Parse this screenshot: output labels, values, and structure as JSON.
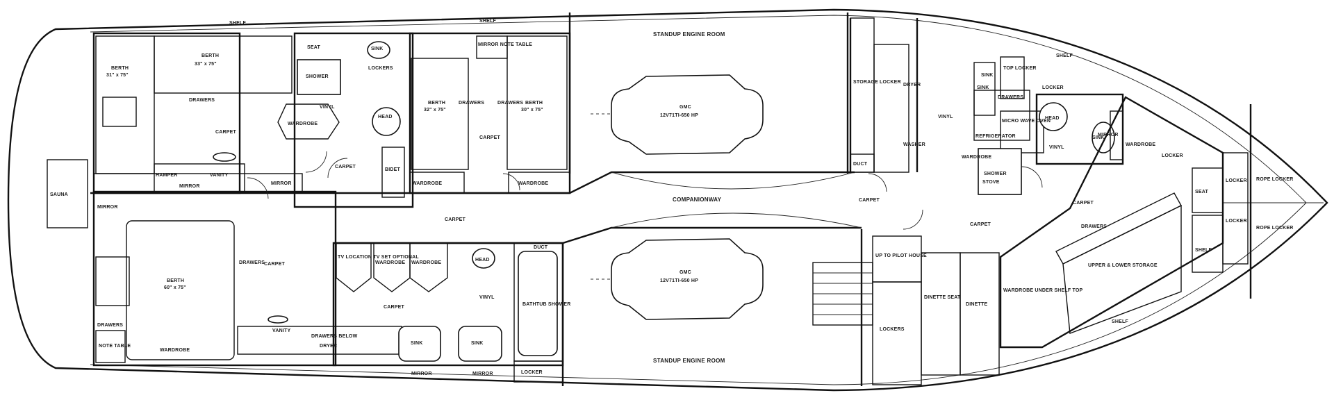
{
  "rooms": {
    "shelf_aft": "SHELF",
    "shelf_mid": "SHELF",
    "shelf_fwd_upper": "SHELF",
    "shelf_fwd_lower": "SHELF",
    "berth_aft_small": "BERTH",
    "berth_aft_small_size": "31\" x 75\"",
    "berth_aft_top": "BERTH",
    "berth_aft_top_size": "33\" x 75\"",
    "berth_master": "BERTH",
    "berth_master_size": "60\" x 75\"",
    "berth_guest_left": "BERTH",
    "berth_guest_left_size": "32\" x 75\"",
    "berth_guest_right": "BERTH",
    "berth_guest_right_size": "30\" x 75\"",
    "drawers_1": "DRAWERS",
    "drawers_2": "DRAWERS",
    "drawers_3": "DRAWERS",
    "drawers_4": "DRAWERS",
    "drawers_5": "DRAWERS",
    "drawers_6": "DRAWERS",
    "drawers_7": "DRAWERS",
    "carpet_1": "CARPET",
    "carpet_2": "CARPET",
    "carpet_3": "CARPET",
    "carpet_4": "CARPET",
    "carpet_5": "CARPET",
    "carpet_6": "CARPET",
    "carpet_7": "CARPET",
    "carpet_8": "CARPET",
    "carpet_9": "CARPET",
    "hamper": "HAMPER",
    "vanity_1": "VANITY",
    "vanity_2": "VANITY",
    "mirror_1": "MIRROR",
    "mirror_2": "MIRROR",
    "mirror_3": "MIRROR",
    "mirror_4": "MIRROR",
    "mirror_5": "MIRROR",
    "mirror_6": "MIRROR",
    "seat": "SEAT",
    "seat_fwd": "SEAT",
    "sink_1": "SINK",
    "sink_2": "SINK",
    "sink_3": "SINK",
    "sink_4": "SINK",
    "sink_5": "SINK",
    "shower_1": "SHOWER",
    "shower_2": "SHOWER",
    "lockers": "LOCKERS",
    "locker_1": "LOCKER",
    "locker_2": "LOCKER",
    "locker_3": "LOCKER",
    "locker_4": "LOCKER",
    "locker_5": "LOCKER",
    "mirror_note_table": "MIRROR NOTE TABLE",
    "wardrobe_1": "WARDROBE",
    "wardrobe_2": "WARDROBE",
    "wardrobe_3": "WARDROBE",
    "wardrobe_4": "WARDROBE",
    "wardrobe_5": "WARDROBE",
    "wardrobe_6": "WARDROBE",
    "wardrobe_7": "WARDROBE",
    "wardrobe_8": "WARDROBE",
    "vinyl_1": "VINYL",
    "vinyl_2": "VINYL",
    "vinyl_3": "VINYL",
    "vinyl_4": "VINYL",
    "head_1": "HEAD",
    "head_2": "HEAD",
    "head_3": "HEAD",
    "bidet": "BIDET",
    "washer": "WASHER",
    "dryer_1": "DRYER",
    "dryer_2": "DRYER",
    "storage_locker": "STORAGE LOCKER",
    "duct_1": "DUCT",
    "duct_2": "DUCT",
    "sink_fwd": "SINK",
    "refrigerator": "REFRIGERATOR",
    "micro_oven": "MICRO WAVE OVEN",
    "top_locker": "TOP LOCKER",
    "stove": "STOVE",
    "rope_locker_1": "ROPE LOCKER",
    "rope_locker_2": "ROPE LOCKER",
    "shelf_fwd_3": "SHELF",
    "upper_lower_storage": "UPPER & LOWER STORAGE",
    "wardrobe_under_shelf": "WARDROBE UNDER SHELF TOP",
    "dinette": "DINETTE",
    "dinette_seat": "DINETTE SEAT",
    "up_to_pilot_house": "UP TO PILOT HOUSE",
    "sauna": "SAUNA",
    "note_table": "NOTE TABLE",
    "tv_location": "TV LOCATION TV SET OPTIONAL",
    "bathtub_shower": "BATHTUB SHOWER",
    "drawers_below": "DRAWERS BELOW",
    "engine_room_top": "STANDUP ENGINE ROOM",
    "engine_room_bottom": "STANDUP ENGINE ROOM",
    "engine_top": "GMC",
    "engine_top_model": "12V71TI-650 HP",
    "engine_bottom": "GMC",
    "engine_bottom_model": "12V71TI-650 HP",
    "companionway": "COMPANIONWAY"
  }
}
